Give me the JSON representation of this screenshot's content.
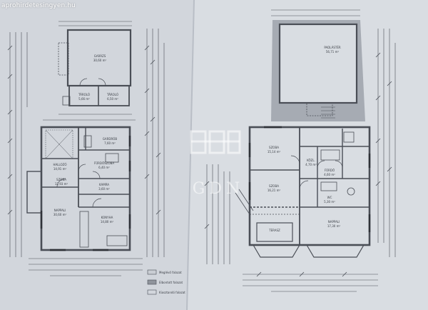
{
  "watermark": {
    "site": "aprohirdetesingyen.hu"
  },
  "logo": {
    "text": "GDN"
  },
  "rooms": {
    "garage": {
      "name": "GARÁZS",
      "area": "30,60 m²"
    },
    "storage1": {
      "name": "TÁROLÓ",
      "area": "5,66 m²"
    },
    "storage2": {
      "name": "TÁROLÓ",
      "area": "6,50 m²"
    },
    "pantry": {
      "name": "GARDRÓB",
      "area": "7,60 m²"
    },
    "hall_left": {
      "name": "HALLOZÓ",
      "area": "14,91 m²"
    },
    "bath_left": {
      "name": "FÜRDŐSZOBA",
      "area": "6,40 m²"
    },
    "room_left": {
      "name": "SZOBA",
      "area": "12,93 m²"
    },
    "lamp_left": {
      "name": "KAMRA",
      "area": "3,60 m²"
    },
    "living_left": {
      "name": "NAPPALI",
      "area": "30,60 m²"
    },
    "kitchen_left": {
      "name": "KONYHA",
      "area": "14,80 m²"
    },
    "attic": {
      "name": "PADLÁSTÉR",
      "area": "56,71 m²"
    },
    "room_right1": {
      "name": "SZOBA",
      "area": "15,14 m²"
    },
    "hall_right": {
      "name": "KÖZL.",
      "area": "4,70 m²"
    },
    "bath_right": {
      "name": "FÜRDŐ",
      "area": "4,60 m²"
    },
    "wc_right": {
      "name": "WC",
      "area": "5,30 m²"
    },
    "room_right2": {
      "name": "SZOBA",
      "area": "16,21 m²"
    },
    "living_right": {
      "name": "NAPPALI",
      "area": "17,30 m²"
    },
    "terrace": {
      "name": "TERASZ",
      "area": ""
    }
  },
  "legend": [
    {
      "label": "Meglévő falazat"
    },
    {
      "label": "Elbontott falazat"
    },
    {
      "label": "Kiosztandó falazat"
    }
  ]
}
